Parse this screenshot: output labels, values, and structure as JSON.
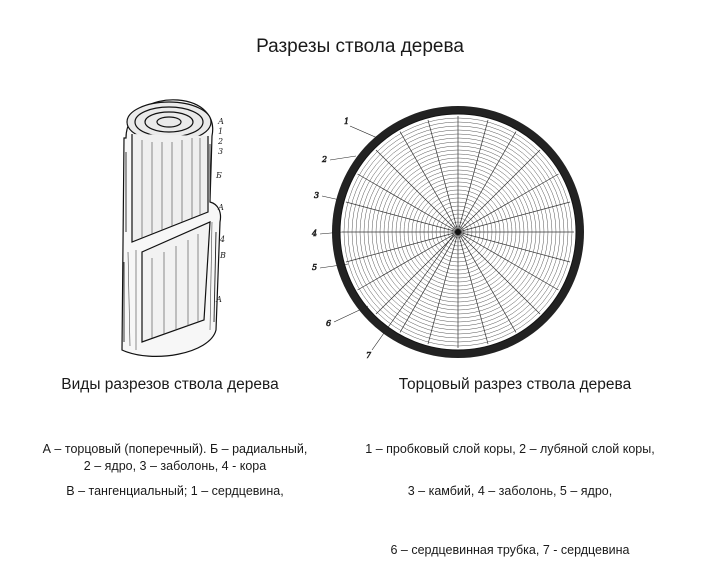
{
  "title": "Разрезы ствола дерева",
  "left_figure": {
    "caption": "Виды разрезов ствола дерева",
    "labels": [
      "А",
      "1",
      "2",
      "3",
      "Б",
      "А",
      "4",
      "В",
      "А"
    ],
    "legend_line1": "А – торцовый (поперечный).  Б – радиальный,",
    "legend_line2": "В – тангенциальный; 1 – сердцевина,",
    "legend_line3": "2 – ядро, 3 – заболонь,  4 - кора"
  },
  "right_figure": {
    "caption": "Торцовый разрез ствола дерева",
    "labels": [
      "1",
      "2",
      "3",
      "4",
      "5",
      "6",
      "7"
    ],
    "legend_line1": "1 – пробковый слой коры, 2 – лубяной слой коры,",
    "legend_line2": "3 – камбий, 4 – заболонь, 5 – ядро,",
    "legend_line3": "6 – сердцевинная трубка, 7 - сердцевина"
  }
}
